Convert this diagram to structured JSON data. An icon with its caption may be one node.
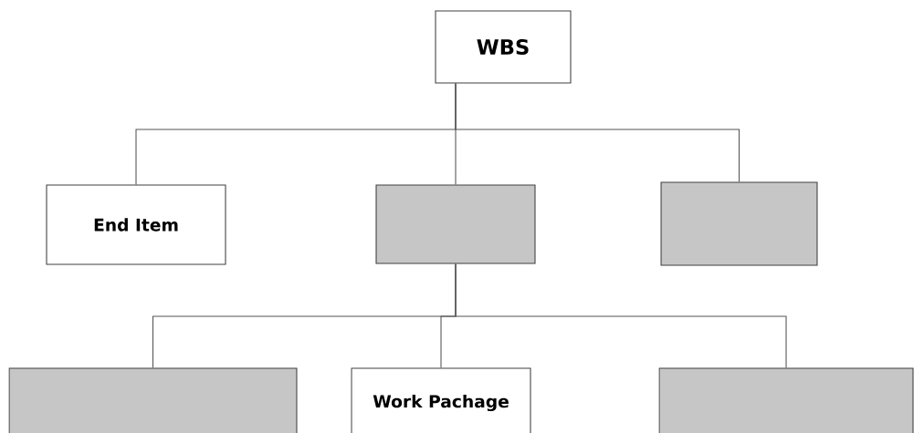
{
  "diagram": {
    "nodes": [
      {
        "text": [
          "WBS"
        ]
      },
      {
        "text": [
          "End Item"
        ]
      },
      {
        "text": [],
        "shape": "box"
      },
      {
        "text": [],
        "shape": "box"
      },
      {
        "text": [],
        "shape": "box"
      },
      {
        "text": [
          "Work Pachage"
        ]
      },
      {
        "text": [],
        "shape": "box"
      }
    ],
    "edges": [
      {
        "from": 0,
        "to": 1,
        "arrow": "none"
      },
      {
        "from": 0,
        "to": 2,
        "arrow": "none"
      },
      {
        "from": 0,
        "to": 3,
        "arrow": "none"
      },
      {
        "from": 2,
        "to": 4,
        "arrow": "none"
      },
      {
        "from": 2,
        "to": 5,
        "arrow": "none"
      },
      {
        "from": 2,
        "to": 6,
        "arrow": "none"
      }
    ]
  }
}
